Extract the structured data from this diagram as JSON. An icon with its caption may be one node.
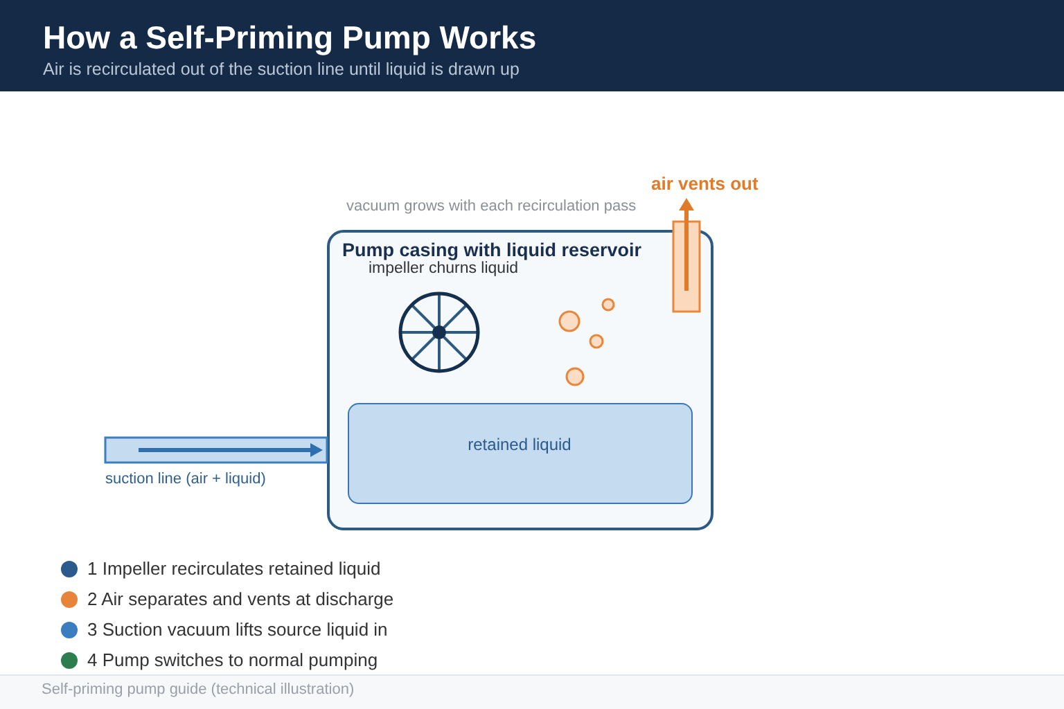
{
  "diagram": {
    "title": "How a Self-Priming Pump Works",
    "caption": "Self-priming pump guide (technical illustration)",
    "nodes": [
      {
        "text": [
          "Pump casing with liquid reservoir",
          "impeller churns liquid"
        ]
      },
      {
        "text": [
          "retained liquid"
        ],
        "in": 0
      }
    ],
    "labels": [
      "Air is recirculated out of the suction line until liquid is drawn up",
      "air vents out",
      "vacuum grows with each recirculation pass",
      "suction line (air + liquid)"
    ],
    "legend": [
      {
        "text": "1 Impeller recirculates retained liquid",
        "color": "#2b5a8c"
      },
      {
        "text": "2 Air separates and vents at discharge",
        "color": "#e8833a"
      },
      {
        "text": "3 Suction vacuum lifts source liquid in",
        "color": "#3a7dc0"
      },
      {
        "text": "4 Pump switches to normal pumping",
        "color": "#2e7d4f"
      }
    ]
  }
}
